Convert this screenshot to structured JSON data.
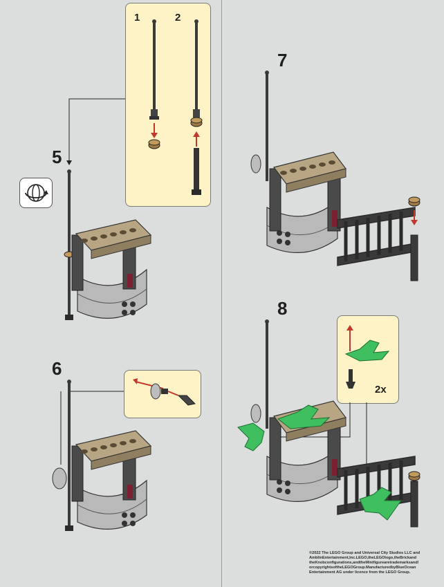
{
  "steps": {
    "step5": "5",
    "step6": "6",
    "step7": "7",
    "step8": "8"
  },
  "substeps": {
    "first": "1",
    "second": "2"
  },
  "quantity": "2x",
  "copyright": "©2022 The LEGO Group and Universal City Studios LLC and\nAmblinEntertainment,Inc.LEGO,theLEGOlogo,theBrickand\ntheKnobconfigurations,andtheMinifigurearetrademarksand/\norcopyrightsoftheLEGOGroup.ManufacturedbyBlueOcean\nEntertainment AG under licence from the LEGO Group.",
  "colors": {
    "background": "#dcdddd",
    "callout": "#fdf3c7",
    "tan": "#b8a584",
    "dark_gray": "#4a4a4a",
    "light_gray": "#b9b9b9",
    "dark_red": "#7a2030",
    "green": "#3fbf5f",
    "arrow_red": "#c0392b"
  },
  "icons": [
    "rotate-model-icon",
    "assembly-arrow-icon"
  ]
}
